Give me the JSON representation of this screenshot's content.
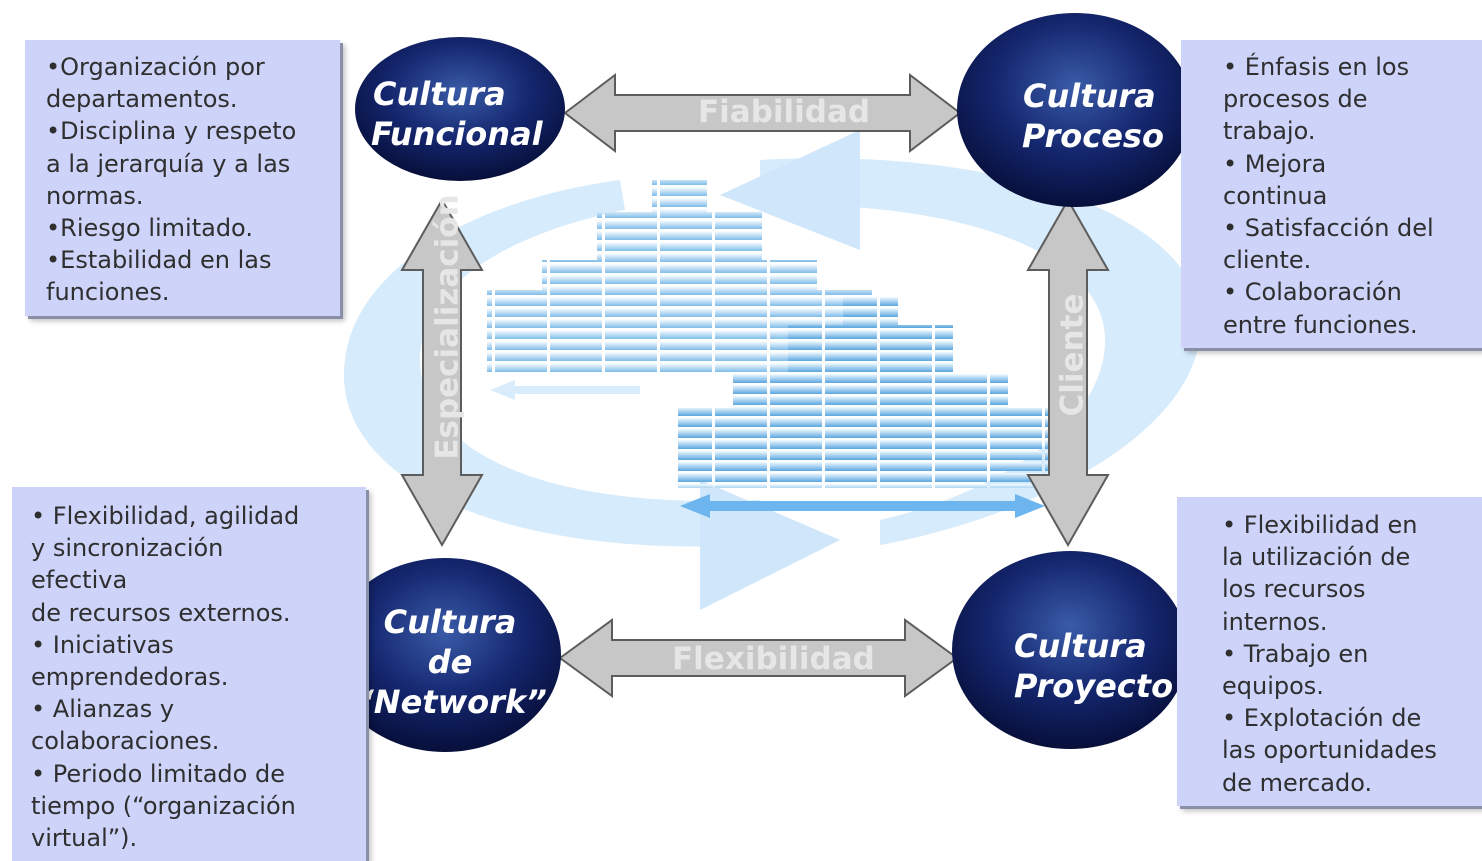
{
  "nodes": {
    "funcional": {
      "line1": "Cultura",
      "line2": "Funcional"
    },
    "proceso": {
      "line1": "Cultura",
      "line2": "Proceso"
    },
    "network": {
      "line1": "Cultura",
      "line2": "de",
      "line3": "“Network”"
    },
    "proyecto": {
      "line1": "Cultura",
      "line2": "Proyecto"
    }
  },
  "arrows": {
    "top": "Fiabilidad",
    "bottom": "Flexibilidad",
    "left": "Especialización",
    "right": "Cliente"
  },
  "boxes": {
    "funcional": [
      "•Organización por",
      "departamentos.",
      "•Disciplina y respeto",
      "a la jerarquía y a las",
      "normas.",
      "•Riesgo limitado.",
      "•Estabilidad en las",
      "funciones."
    ],
    "proceso": [
      "• Énfasis en los",
      "procesos de",
      "trabajo.",
      "•  Mejora",
      "continua",
      "• Satisfacción del",
      "cliente.",
      "• Colaboración",
      "entre funciones."
    ],
    "network": [
      "• Flexibilidad, agilidad",
      "y sincronización",
      "efectiva",
      "de recursos externos.",
      "• Iniciativas",
      "emprendedoras.",
      "• Alianzas y",
      "colaboraciones.",
      "• Periodo limitado de",
      "tiempo (“organización",
      "virtual”)."
    ],
    "proyecto": [
      "• Flexibilidad en",
      "la utilización de",
      "los recursos",
      "internos.",
      "• Trabajo en",
      "equipos.",
      "• Explotación de",
      "las oportunidades",
      "de mercado."
    ]
  },
  "colors": {
    "node_fill": "#0d1c5c",
    "box_fill": "#cdd3f9",
    "arrow_fill": "#c6c6c6",
    "cycle_fill": "#cfe7fb"
  }
}
